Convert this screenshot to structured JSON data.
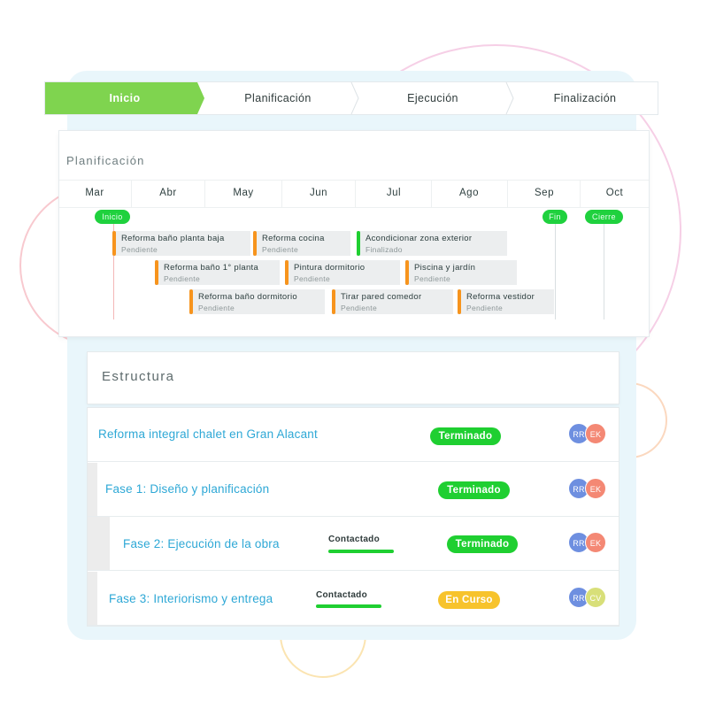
{
  "steps": [
    "Inicio",
    "Planificación",
    "Ejecución",
    "Finalización"
  ],
  "gantt": {
    "title": "Planificación",
    "months": [
      "Mar",
      "Abr",
      "May",
      "Jun",
      "Jul",
      "Ago",
      "Sep",
      "Oct"
    ],
    "milestones": [
      "Inicio",
      "Fin",
      "Cierre"
    ],
    "tasks": [
      {
        "name": "Reforma baño planta baja",
        "status": "Pendiente",
        "color": "#f7941d"
      },
      {
        "name": "Reforma cocina",
        "status": "Pendiente",
        "color": "#f7941d"
      },
      {
        "name": "Acondicionar zona exterior",
        "status": "Finalizado",
        "color": "#1fcf31"
      },
      {
        "name": "Reforma baño 1° planta",
        "status": "Pendiente",
        "color": "#f7941d"
      },
      {
        "name": "Pintura dormitorio",
        "status": "Pendiente",
        "color": "#f7941d"
      },
      {
        "name": "Piscina y jardín",
        "status": "Pendiente",
        "color": "#f7941d"
      },
      {
        "name": "Reforma baño dormitorio",
        "status": "Pendiente",
        "color": "#f7941d"
      },
      {
        "name": "Tirar pared comedor",
        "status": "Pendiente",
        "color": "#f7941d"
      },
      {
        "name": "Reforma vestidor",
        "status": "Pendiente",
        "color": "#f7941d"
      }
    ]
  },
  "estructura": {
    "title": "Estructura",
    "rows": [
      {
        "name": "Reforma integral chalet en Gran Alacant",
        "badge": "Terminado",
        "contact": "",
        "avatars": [
          "RR",
          "EK"
        ]
      },
      {
        "name": "Fase 1: Diseño y planificación",
        "badge": "Terminado",
        "contact": "",
        "avatars": [
          "RR",
          "EK"
        ]
      },
      {
        "name": "Fase 2: Ejecución de la obra",
        "badge": "Terminado",
        "contact": "Contactado",
        "avatars": [
          "RR",
          "EK"
        ]
      },
      {
        "name": "Fase 3: Interiorismo y entrega",
        "badge": "En Curso",
        "contact": "Contactado",
        "avatars": [
          "RR",
          "CV"
        ]
      }
    ]
  },
  "colors": {
    "accent_green": "#7fd44f",
    "status_green": "#1fcf31",
    "status_yellow": "#f7c32c",
    "pending_orange": "#f7941d",
    "link_blue": "#2ea8d6"
  }
}
